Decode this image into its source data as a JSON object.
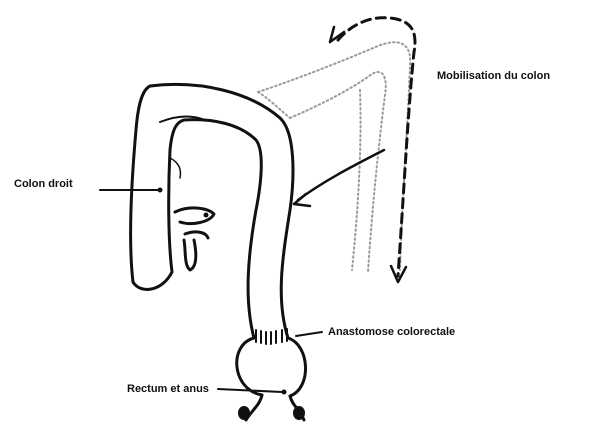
{
  "labels": {
    "colon_droit": "Colon droit",
    "mobilisation": "Mobilisation du colon",
    "anastomose": "Anastomose colorectale",
    "rectum": "Rectum et anus"
  }
}
